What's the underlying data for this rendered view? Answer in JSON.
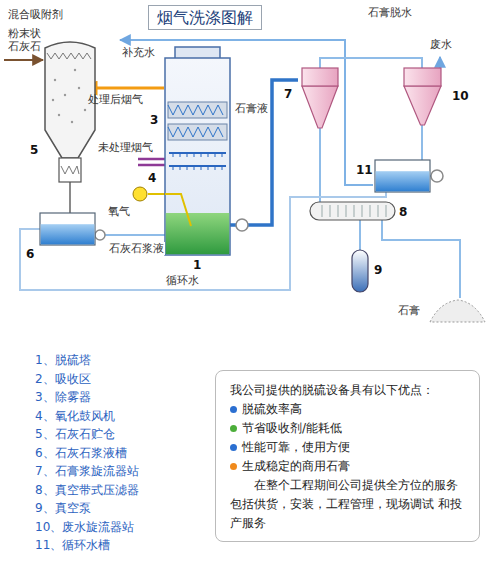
{
  "diagram": {
    "title": "烟气洗涤图解",
    "nodes": [
      {
        "text": [
          "1"
        ]
      },
      {
        "text": [
          "3"
        ],
        "in": 0
      },
      {
        "text": [
          "4"
        ]
      },
      {
        "text": [
          "5"
        ]
      },
      {
        "text": [
          "6"
        ]
      },
      {
        "text": [
          "7"
        ]
      },
      {
        "text": [
          "8"
        ]
      },
      {
        "text": [
          "9"
        ]
      },
      {
        "text": [
          "10"
        ]
      },
      {
        "text": [
          "11"
        ]
      },
      {
        "text": [
          "石膏"
        ]
      },
      {
        "text": [
          "我公司提供的脱硫设备具有以下优点：",
          "脱硫效率高",
          "节省吸收剂/能耗低",
          "性能可靠，使用方便",
          "生成稳定的商用石膏",
          "在整个工程期间公司提供全方位的服务 包括供货，安装，工程管理，现场调试 和投产服务"
        ]
      }
    ],
    "edges": [
      {
        "from": 3,
        "to": 4,
        "arrow": "none"
      },
      {
        "from": 4,
        "to": 0,
        "label": "石灰石浆液",
        "arrow": "none"
      },
      {
        "from": 2,
        "to": 0,
        "arrow": "none"
      },
      {
        "from": 0,
        "to": 5,
        "label": "石膏液",
        "arrow": "none"
      },
      {
        "from": 5,
        "to": 6,
        "arrow": "none"
      },
      {
        "from": 5,
        "to": 8,
        "arrow": "none"
      },
      {
        "from": 8,
        "to": 9,
        "arrow": "none"
      },
      {
        "from": 9,
        "to": 4,
        "label": "循环水",
        "arrow": "none"
      },
      {
        "from": 6,
        "to": 7,
        "arrow": "none"
      },
      {
        "from": 6,
        "to": 10,
        "arrow": "none"
      }
    ],
    "labels": [
      "混合吸附剂",
      "粉末状 石灰石",
      "补充水",
      "处理后烟气",
      "未处理烟气",
      "氧气",
      "石膏脱水",
      "废水",
      "1、脱硫塔",
      "2、吸收区",
      "3、除雾器",
      "4、氧化鼓风机",
      "5、石灰石贮仓",
      "6、石灰石浆液槽",
      "7、石膏浆旋流器站",
      "8、真空带式压滤器",
      "9、真空泵",
      "10、废水旋流器站",
      "11、循环水槽"
    ]
  }
}
